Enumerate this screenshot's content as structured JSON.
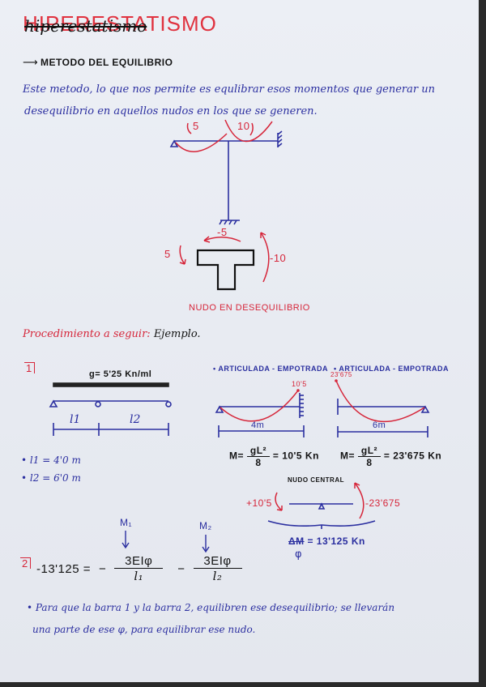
{
  "page": {
    "title": "HIPERESTATISMO",
    "title_struck": "hiperestatismo",
    "section_arrow_icon": "right-arrow-icon",
    "section_heading": "METODO DEL EQUILIBRIO",
    "intro_line1": "Este metodo, lo que nos permite es equlibrar esos momentos que generar un",
    "intro_line2": "desequilibrio en aquellos nudos en los que se generen."
  },
  "frame_diagram": {
    "moment_left": "5",
    "moment_right": "10",
    "node_moment_top": "-5",
    "node_moment_left": "5",
    "node_moment_right": "-10",
    "node_label": "NUDO EN DESEQUILIBRIO"
  },
  "procedure": {
    "label_red": "Procedimiento a seguir:",
    "label_black": "Ejemplo."
  },
  "step1": {
    "number": "1",
    "load": "g= 5'25 Kn/ml",
    "span1": "l1",
    "span2": "l2",
    "l1_value": "l1 = 4'0 m",
    "l2_value": "l2 = 6'0 m"
  },
  "beam_left": {
    "title": "ARTICULADA - EMPOTRADA",
    "end_moment": "10'5",
    "length": "4m",
    "formula_prefix": "M=",
    "formula_num": "gL²",
    "formula_den": "8",
    "formula_result": "= 10'5 Kn"
  },
  "beam_right": {
    "title": "ARTICULADA - EMPOTRADA",
    "end_moment": "23'675",
    "length": "6m",
    "formula_prefix": "M=",
    "formula_num": "gL²",
    "formula_den": "8",
    "formula_result": "= 23'675 Kn"
  },
  "central_node": {
    "title": "NUDO CENTRAL",
    "left_moment": "+10'5",
    "right_moment": "-23'675",
    "result": "= 13'125 Kn",
    "phi": "φ"
  },
  "step2": {
    "number": "2",
    "lhs": "-13'125 =",
    "minus1": "−",
    "m1_label": "M₁",
    "frac1_num": "3EIφ",
    "frac1_den": "l₁",
    "minus2": "−",
    "m2_label": "M₂",
    "frac2_num": "3EIφ",
    "frac2_den": "l₂"
  },
  "conclusion": {
    "line1": "• Para que la barra 1 y la barra 2, equilibren ese desequilibrio; se llevarán",
    "line2": "una parte de ese φ, para equilibrar ese nudo."
  }
}
